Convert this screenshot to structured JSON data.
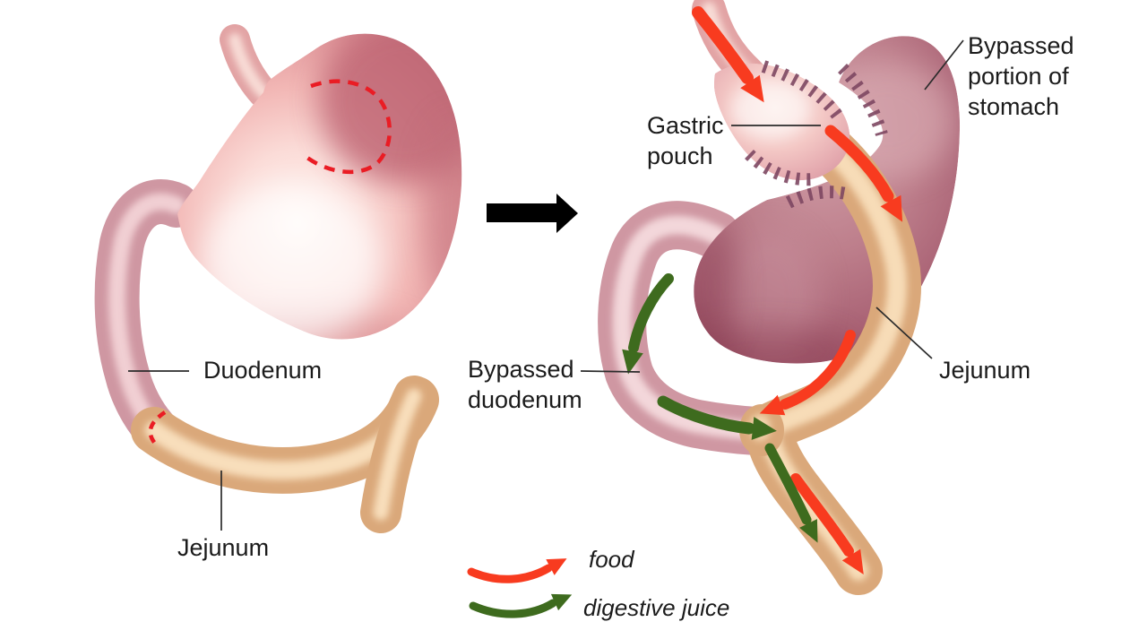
{
  "before": {
    "labels": {
      "duodenum": "Duodenum",
      "jejunum": "Jejunum"
    }
  },
  "after": {
    "labels": {
      "gastric_pouch": [
        "Gastric",
        "pouch"
      ],
      "bypassed_portion_of_stomach": [
        "Bypassed",
        "portion of",
        "stomach"
      ],
      "bypassed_duodenum": [
        "Bypassed",
        "duodenum"
      ],
      "jejunum": "Jejunum"
    }
  },
  "legend": {
    "items": [
      {
        "label": "food",
        "color": "#f83b1f"
      },
      {
        "label": "digestive juice",
        "color": "#3e6b1e"
      }
    ]
  },
  "colors": {
    "food_arrow": "#f83b1f",
    "digestive_juice_arrow": "#3e6b1e",
    "cut_line": "#ea1c24",
    "staple_line": "#7d4762",
    "transform_arrow": "#000000",
    "stomach_pink": "#f2b7b5",
    "bypassed_stomach": "#b4717f",
    "duodenum_pink": "#cf97a2",
    "intestine_tan": "#daa87a",
    "esophagus_pink": "#e2a3a4",
    "background": "#ffffff"
  }
}
